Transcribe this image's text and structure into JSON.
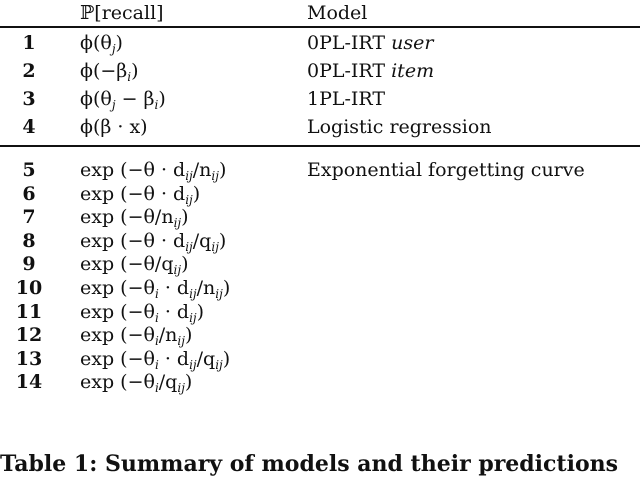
{
  "table": {
    "headers": {
      "formula": "ℙ[recall]",
      "model": "Model"
    },
    "rows": [
      {
        "num": "1",
        "formula": [
          {
            "t": "ϕ(θ"
          },
          {
            "s": "j"
          },
          {
            "t": ")"
          }
        ],
        "model": [
          {
            "t": "0PL-IRT "
          },
          {
            "i": "user"
          }
        ]
      },
      {
        "num": "2",
        "formula": [
          {
            "t": "ϕ(−β"
          },
          {
            "s": "i"
          },
          {
            "t": ")"
          }
        ],
        "model": [
          {
            "t": "0PL-IRT "
          },
          {
            "i": "item"
          }
        ]
      },
      {
        "num": "3",
        "formula": [
          {
            "t": "ϕ(θ"
          },
          {
            "s": "j"
          },
          {
            "t": " − β"
          },
          {
            "s": "i"
          },
          {
            "t": ")"
          }
        ],
        "model": [
          {
            "t": "1PL-IRT"
          }
        ]
      },
      {
        "num": "4",
        "formula": [
          {
            "t": "ϕ(β · x)"
          }
        ],
        "model": [
          {
            "t": "Logistic regression"
          }
        ]
      },
      {
        "num": "5",
        "formula": [
          {
            "t": "exp (−θ · d"
          },
          {
            "s": "ij"
          },
          {
            "t": "/n"
          },
          {
            "s": "ij"
          },
          {
            "t": ")"
          }
        ],
        "model": [
          {
            "t": "Exponential forgetting curve"
          }
        ]
      },
      {
        "num": "6",
        "formula": [
          {
            "t": "exp (−θ · d"
          },
          {
            "s": "ij"
          },
          {
            "t": ")"
          }
        ],
        "model": []
      },
      {
        "num": "7",
        "formula": [
          {
            "t": "exp (−θ/n"
          },
          {
            "s": "ij"
          },
          {
            "t": ")"
          }
        ],
        "model": []
      },
      {
        "num": "8",
        "formula": [
          {
            "t": "exp (−θ · d"
          },
          {
            "s": "ij"
          },
          {
            "t": "/q"
          },
          {
            "s": "ij"
          },
          {
            "t": ")"
          }
        ],
        "model": []
      },
      {
        "num": "9",
        "formula": [
          {
            "t": "exp (−θ/q"
          },
          {
            "s": "ij"
          },
          {
            "t": ")"
          }
        ],
        "model": []
      },
      {
        "num": "10",
        "formula": [
          {
            "t": "exp (−θ"
          },
          {
            "s": "i"
          },
          {
            "t": " · d"
          },
          {
            "s": "ij"
          },
          {
            "t": "/n"
          },
          {
            "s": "ij"
          },
          {
            "t": ")"
          }
        ],
        "model": []
      },
      {
        "num": "11",
        "formula": [
          {
            "t": "exp (−θ"
          },
          {
            "s": "i"
          },
          {
            "t": " · d"
          },
          {
            "s": "ij"
          },
          {
            "t": ")"
          }
        ],
        "model": []
      },
      {
        "num": "12",
        "formula": [
          {
            "t": "exp (−θ"
          },
          {
            "s": "i"
          },
          {
            "t": "/n"
          },
          {
            "s": "ij"
          },
          {
            "t": ")"
          }
        ],
        "model": []
      },
      {
        "num": "13",
        "formula": [
          {
            "t": "exp (−θ"
          },
          {
            "s": "i"
          },
          {
            "t": " · d"
          },
          {
            "s": "ij"
          },
          {
            "t": "/q"
          },
          {
            "s": "ij"
          },
          {
            "t": ")"
          }
        ],
        "model": []
      },
      {
        "num": "14",
        "formula": [
          {
            "t": "exp (−θ"
          },
          {
            "s": "i"
          },
          {
            "t": "/q"
          },
          {
            "s": "ij"
          },
          {
            "t": ")"
          }
        ],
        "model": []
      }
    ]
  },
  "caption": "Table 1: Summary of models and their predictions"
}
